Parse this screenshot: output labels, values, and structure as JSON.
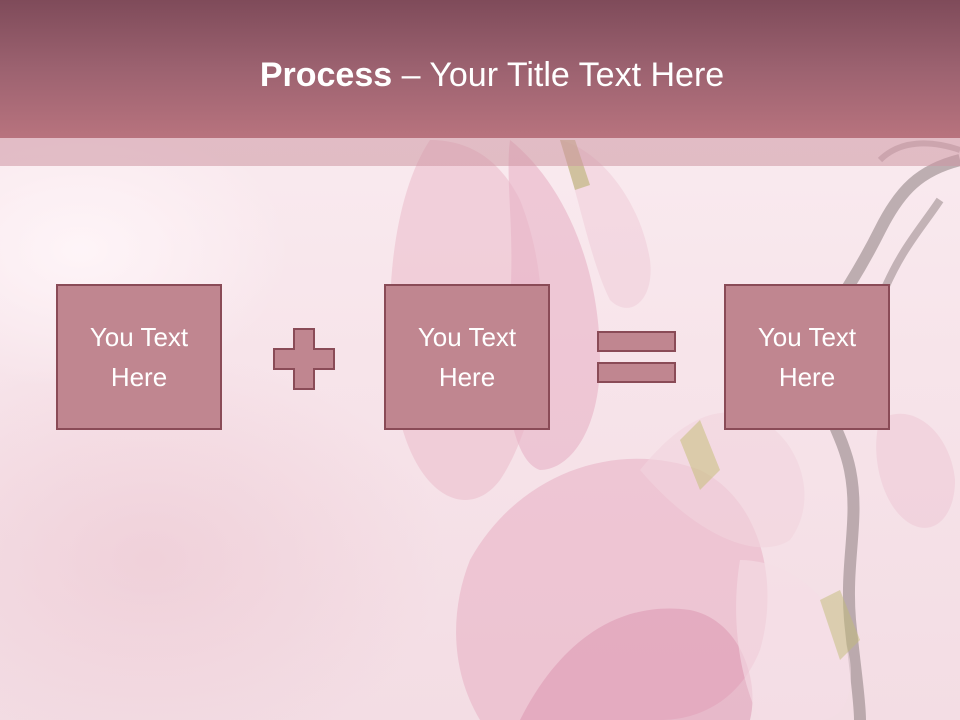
{
  "title": {
    "bold": "Process",
    "rest": " – Your Title Text Here"
  },
  "boxes": [
    {
      "text": "You Text Here"
    },
    {
      "text": "You Text Here"
    },
    {
      "text": "You Text Here"
    }
  ],
  "operators": [
    "plus-icon",
    "equals-icon"
  ],
  "colors": {
    "header": "#9c6270",
    "box_fill": "#c08690",
    "box_border": "#8a4b57",
    "text": "#ffffff"
  }
}
